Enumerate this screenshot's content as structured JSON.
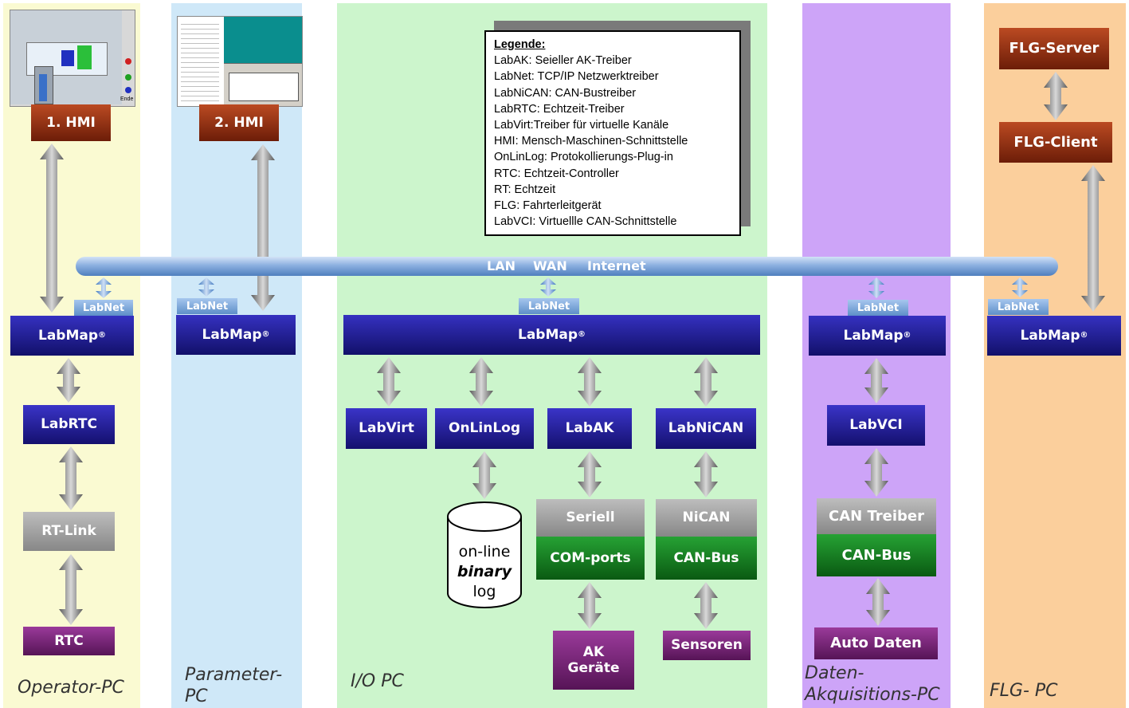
{
  "columns": {
    "operator": {
      "label": "Operator-PC",
      "color": "#fafad2"
    },
    "parameter": {
      "label": "Parameter-\nPC",
      "color": "#cfe8f8"
    },
    "io": {
      "label": "I/O PC",
      "color": "#ccf5cc"
    },
    "daq": {
      "label": "Daten-\nAkquisitions-PC",
      "color": "#cda4f8"
    },
    "flg": {
      "label": "FLG- PC",
      "color": "#fbcf9c"
    }
  },
  "legend": {
    "title": "Legende:",
    "items": [
      "LabAK: Seieller AK-Treiber",
      "LabNet: TCP/IP Netzwerktreiber",
      "LabNiCAN: CAN-Bustreiber",
      "LabRTC: Echtzeit-Treiber",
      "LabVirt:Treiber für virtuelle Kanäle",
      "HMI: Mensch-Maschinen-Schnittstelle",
      "OnLinLog: Protokollierungs-Plug-in",
      "RTC: Echtzeit-Controller",
      "RT: Echtzeit",
      "FLG: Fahrterleitgerät",
      "LabVCI: Virtuellle CAN-Schnittstelle"
    ]
  },
  "network": {
    "lan": "LAN",
    "wan": "WAN",
    "internet": "Internet"
  },
  "labnet": "LabNet",
  "labmap": "LabMap",
  "labmap_mark": "®",
  "operator": {
    "hmi": "1. HMI",
    "labrtc": "LabRTC",
    "rtlink": "RT-Link",
    "rtc": "RTC",
    "screen_button": "Ende"
  },
  "parameter": {
    "hmi": "2. HMI"
  },
  "io": {
    "labvirt": "LabVirt",
    "onlinlog": "OnLinLog",
    "labak": "LabAK",
    "labnican": "LabNiCAN",
    "seriell": "Seriell",
    "comports": "COM-ports",
    "nican": "NiCAN",
    "canbus": "CAN-Bus",
    "ak_geraete_1": "AK",
    "ak_geraete_2": "Geräte",
    "sensoren": "Sensoren",
    "log_1": "on-line",
    "log_2": "binary",
    "log_3": "log"
  },
  "daq": {
    "labvci": "LabVCI",
    "can_treiber": "CAN Treiber",
    "canbus": "CAN-Bus",
    "auto_daten": "Auto Daten"
  },
  "flg": {
    "server": "FLG-Server",
    "client": "FLG-Client"
  }
}
